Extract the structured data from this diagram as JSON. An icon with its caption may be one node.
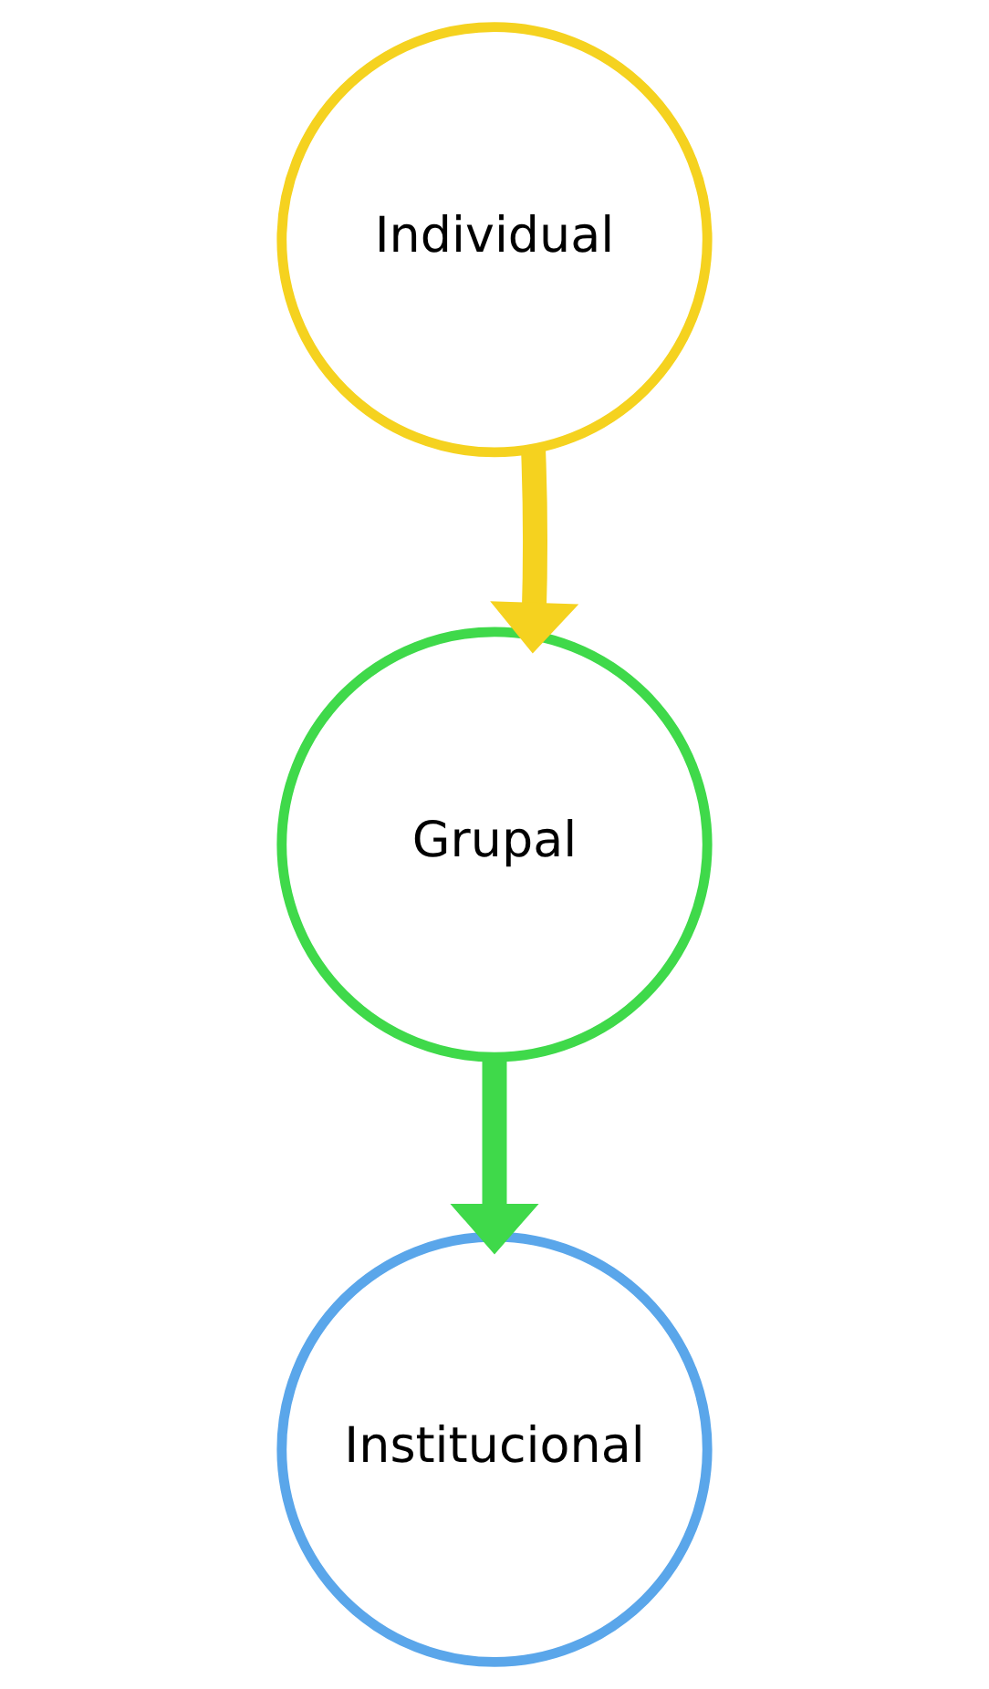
{
  "diagram": {
    "nodes": [
      {
        "text": [
          "Individual"
        ]
      },
      {
        "text": [
          "Grupal"
        ]
      },
      {
        "text": [
          "Institucional"
        ]
      }
    ],
    "edges": [
      {
        "from": 0,
        "to": 1,
        "arrow": "to",
        "color": "#f5d21f"
      },
      {
        "from": 1,
        "to": 2,
        "arrow": "to",
        "color": "#3fd94a"
      }
    ]
  }
}
